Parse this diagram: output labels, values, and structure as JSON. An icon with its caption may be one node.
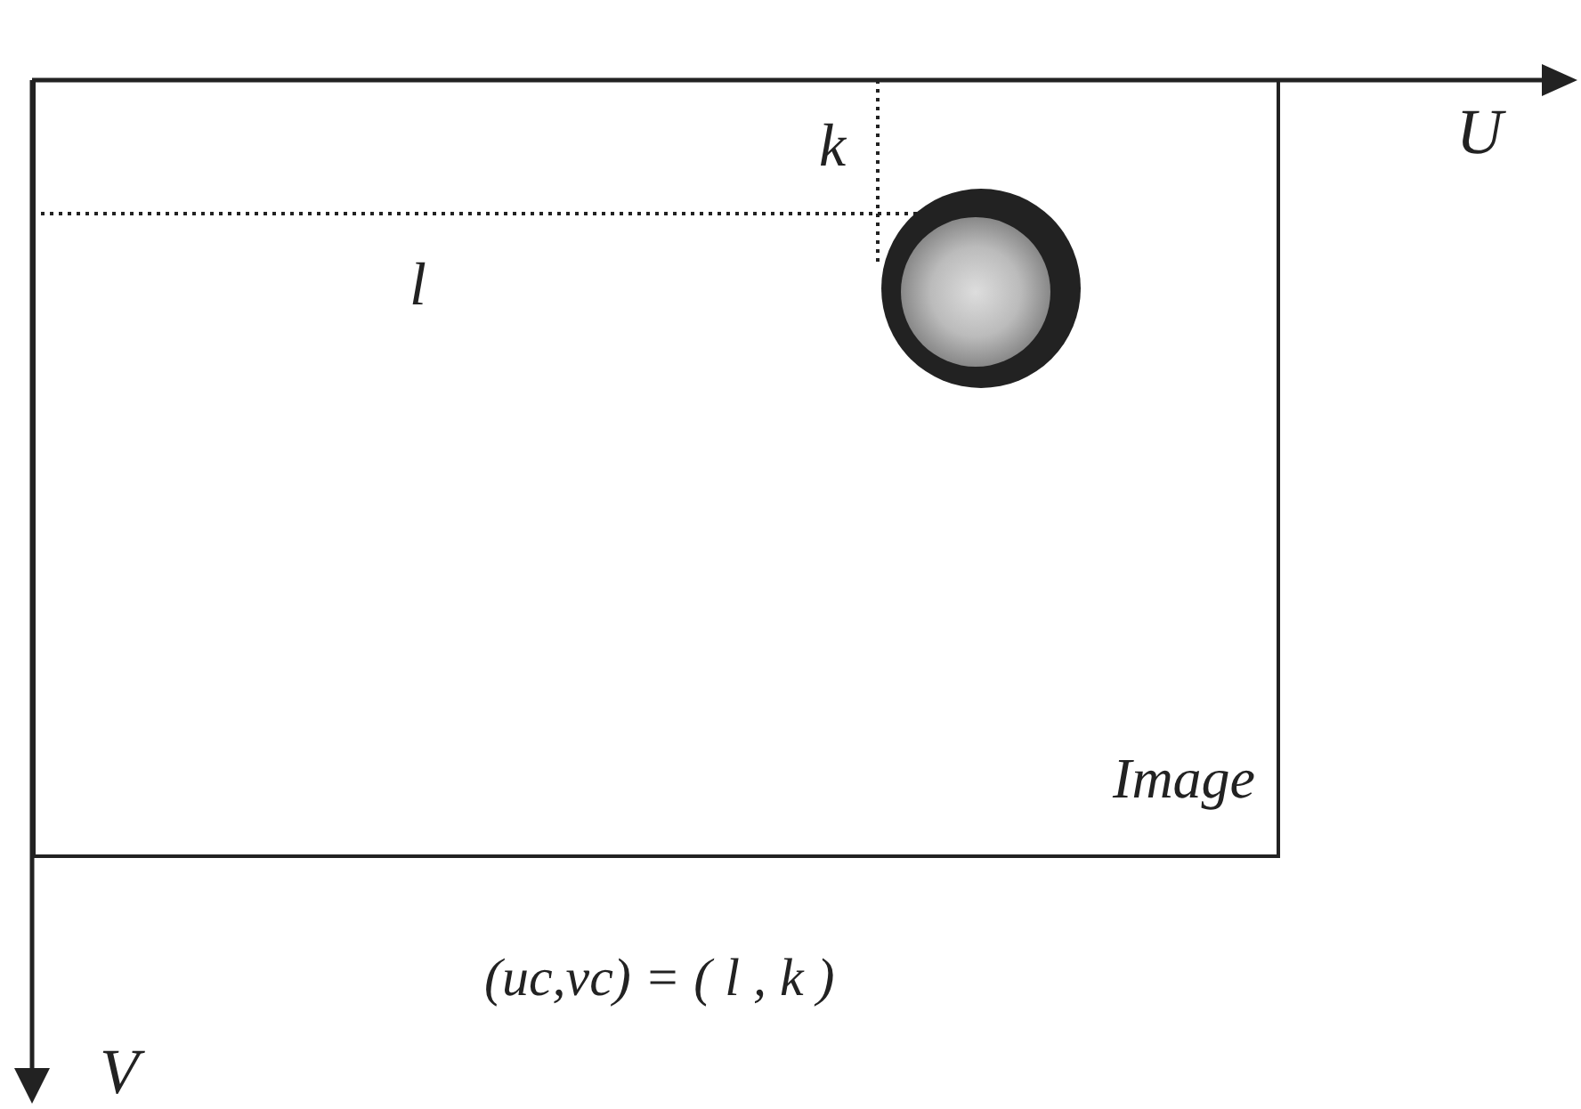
{
  "diagram": {
    "nodes": [
      {
        "text": [
          "Image"
        ]
      }
    ],
    "labels": [
      "k",
      "U",
      "l",
      "(uc,vc) = ( l , k )",
      "V"
    ]
  }
}
